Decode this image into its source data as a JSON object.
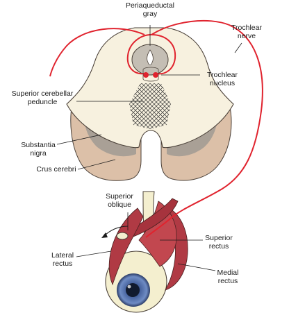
{
  "labels": {
    "periaqueductal_gray": [
      "Periaqueductal",
      "gray"
    ],
    "trochlear_nerve": [
      "Trochlear",
      "nerve"
    ],
    "trochlear_nucleus": [
      "Trochlear",
      "nucleus"
    ],
    "superior_cerebellar_peduncle": [
      "Superior cerebellar",
      "peduncle"
    ],
    "substantia_nigra": [
      "Substantia",
      "nigra"
    ],
    "crus_cerebri": [
      "Crus cerebri"
    ],
    "superior_oblique": [
      "Superior",
      "oblique"
    ],
    "superior_rectus": [
      "Superior",
      "rectus"
    ],
    "lateral_rectus": [
      "Lateral",
      "rectus"
    ],
    "medial_rectus": [
      "Medial",
      "rectus"
    ]
  },
  "colors": {
    "nerve": "#e0232e",
    "midbrain": "#f7f1df",
    "crus": "#dcc0a8",
    "substantia_nigra": "#a9a096",
    "muscle": "#b03a44",
    "sclera": "#f4efcf",
    "iris": "#5d79b4"
  }
}
